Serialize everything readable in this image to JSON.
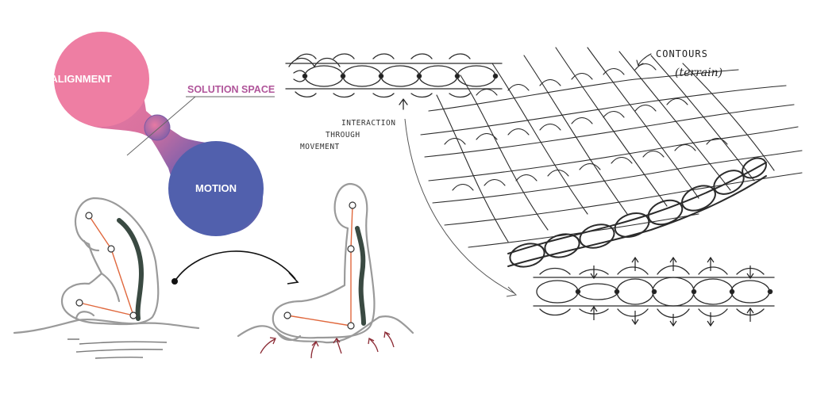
{
  "colors": {
    "alignment": "#ee7ea3",
    "motion": "#5160ad",
    "solution_space": "#b0559a",
    "skeleton": "#e0683d",
    "spine": "#3a4a42",
    "pressure_arrow": "#8b2a34"
  },
  "concept": {
    "alignment_label": "ALIGNMENT",
    "motion_label": "MOTION",
    "solution_space_label": "SOLUTION SPACE"
  },
  "sketch": {
    "interaction_line1": "INTERACTION",
    "interaction_line2": "THROUGH",
    "interaction_line3": "MOVEMENT",
    "contours_line1": "CONTOURS",
    "contours_line2": "(terrain)"
  },
  "icons": {
    "transition_arrow": "curved-arrow-icon",
    "pressure": "pressure-arrow-icon",
    "height_adjust": "up-down-arrow-icon"
  }
}
